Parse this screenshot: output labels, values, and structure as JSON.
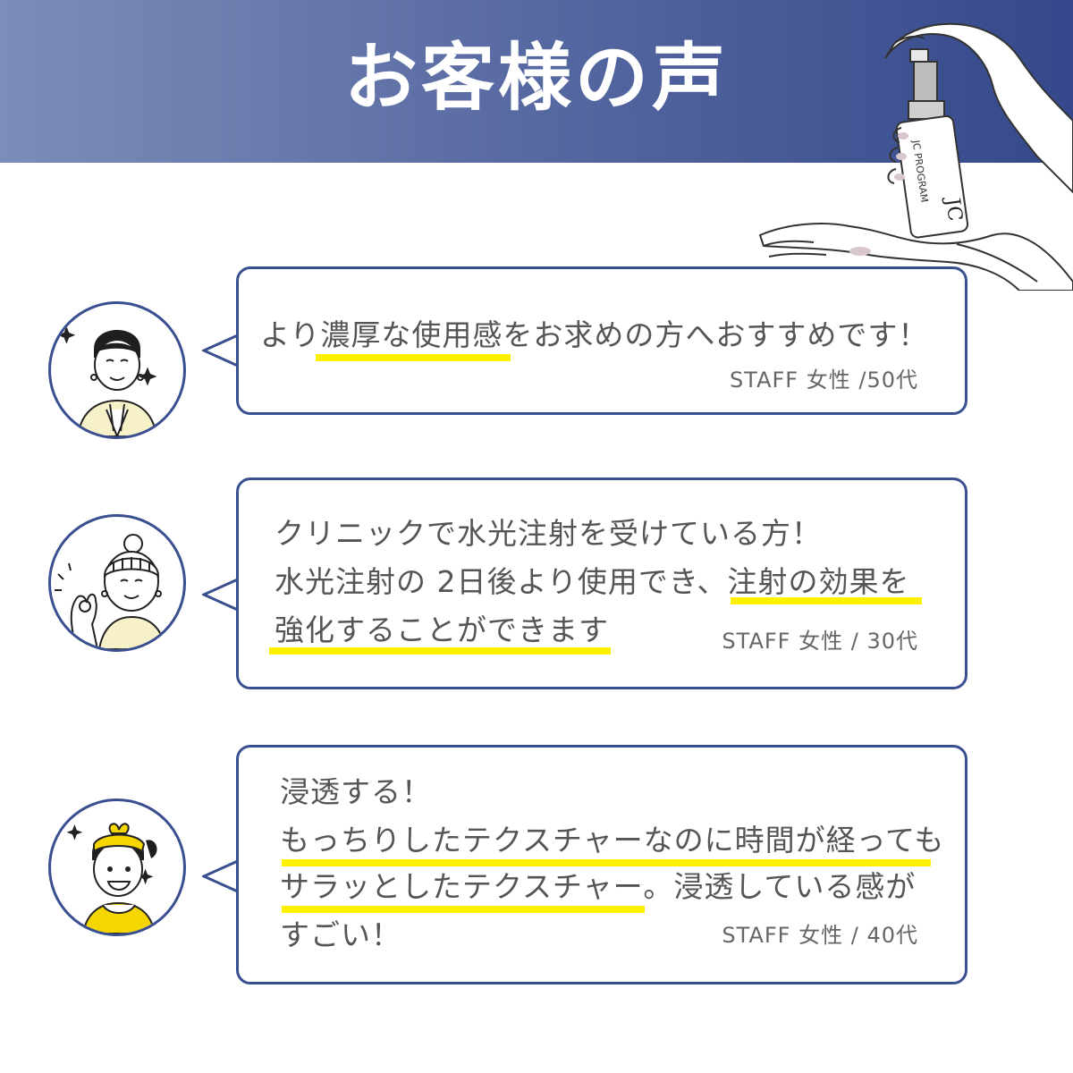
{
  "header": {
    "title": "お客様の声"
  },
  "product": {
    "brand": "JC PROGRAM",
    "logo": "JC"
  },
  "testimonials": [
    {
      "lines": [
        "より濃厚な使用感をお求めの方へおすすめです！"
      ],
      "staff": "STAFF 女性 /50代",
      "avatar": "woman-sparkle-avatar-icon"
    },
    {
      "lines": [
        "クリニックで水光注射を受けている方！",
        "水光注射の 2日後より使用でき、注射の効果を",
        "強化することができます"
      ],
      "staff": "STAFF 女性 / 30代",
      "avatar": "woman-ok-gesture-avatar-icon"
    },
    {
      "lines": [
        "浸透する！",
        "もっちりしたテクスチャーなのに時間が経っても",
        "サラッとしたテクスチャー。浸透している感が",
        "すごい！"
      ],
      "staff": "STAFF 女性 / 40代",
      "avatar": "girl-headband-avatar-icon"
    }
  ],
  "colors": {
    "accent": "#3a4f8f",
    "highlight": "#fff200",
    "header_start": "#7d8db9",
    "header_end": "#34488b"
  }
}
